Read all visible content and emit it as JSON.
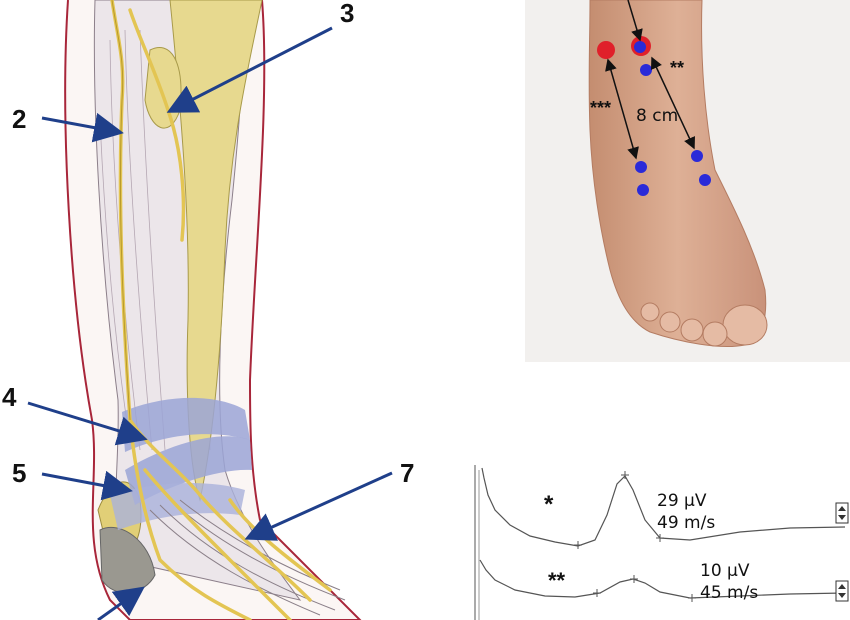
{
  "anatomy": {
    "callouts": [
      "2",
      "3",
      "4",
      "5",
      "7"
    ]
  },
  "foot_photo": {
    "distance_label": "8 cm",
    "stars_left": "***",
    "stars_right": "**"
  },
  "traces": [
    {
      "marker": "*",
      "amplitude": "29 µV",
      "velocity": "49 m/s"
    },
    {
      "marker": "**",
      "amplitude": "10 µV",
      "velocity": "45 m/s"
    }
  ],
  "colors": {
    "nerve": "#e8c95a",
    "arrow": "#1f3f8a",
    "band": "#9ba4d6",
    "skin": "#d7a88a",
    "electrode_red": "#e0202a",
    "electrode_blue": "#2a2ad8"
  }
}
